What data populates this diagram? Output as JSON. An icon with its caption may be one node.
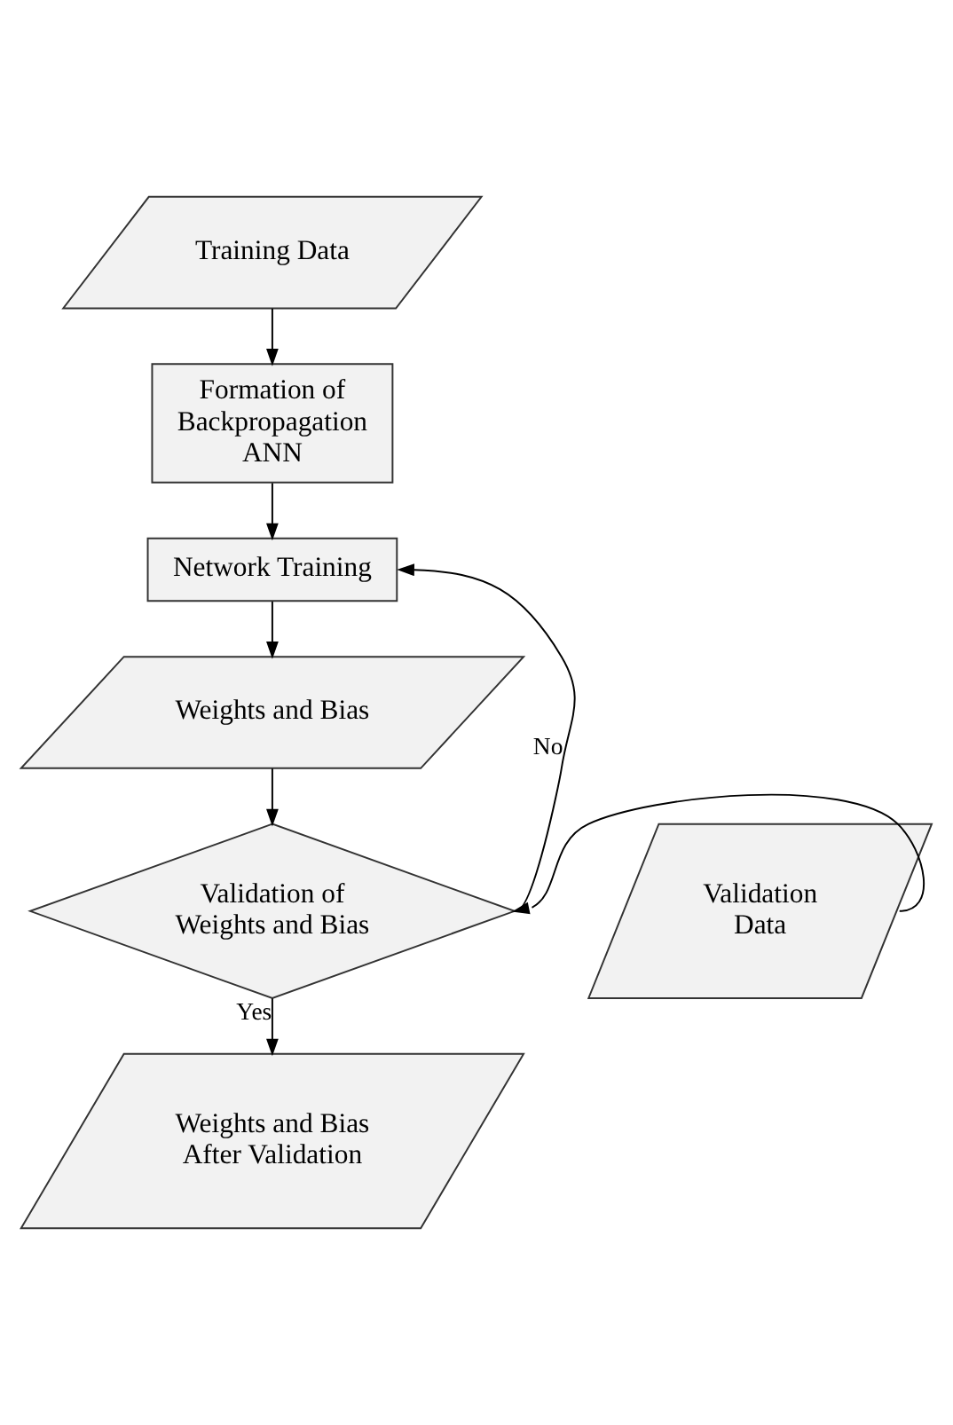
{
  "diagram": {
    "nodes": [
      {
        "text": [
          "Training Data"
        ]
      },
      {
        "text": [
          "Formation of Backpropagation ANN"
        ]
      },
      {
        "text": [
          "Network Training"
        ]
      },
      {
        "text": [
          "Weights and Bias"
        ]
      },
      {
        "text": [
          "Validation of Weights and Bias"
        ]
      },
      {
        "text": [
          "Validation Data"
        ]
      },
      {
        "text": [
          "Weights and Bias After Validation"
        ]
      }
    ],
    "edges": [
      {
        "from": 0,
        "to": 1,
        "arrow": "to"
      },
      {
        "from": 1,
        "to": 2,
        "arrow": "to"
      },
      {
        "from": 2,
        "to": 3,
        "arrow": "to"
      },
      {
        "from": 3,
        "to": 4,
        "arrow": "to"
      },
      {
        "from": 5,
        "to": 4,
        "arrow": "to"
      },
      {
        "from": 4,
        "to": 2,
        "label": "No",
        "arrow": "to"
      },
      {
        "from": 4,
        "to": 6,
        "label": "Yes",
        "arrow": "to"
      }
    ]
  }
}
